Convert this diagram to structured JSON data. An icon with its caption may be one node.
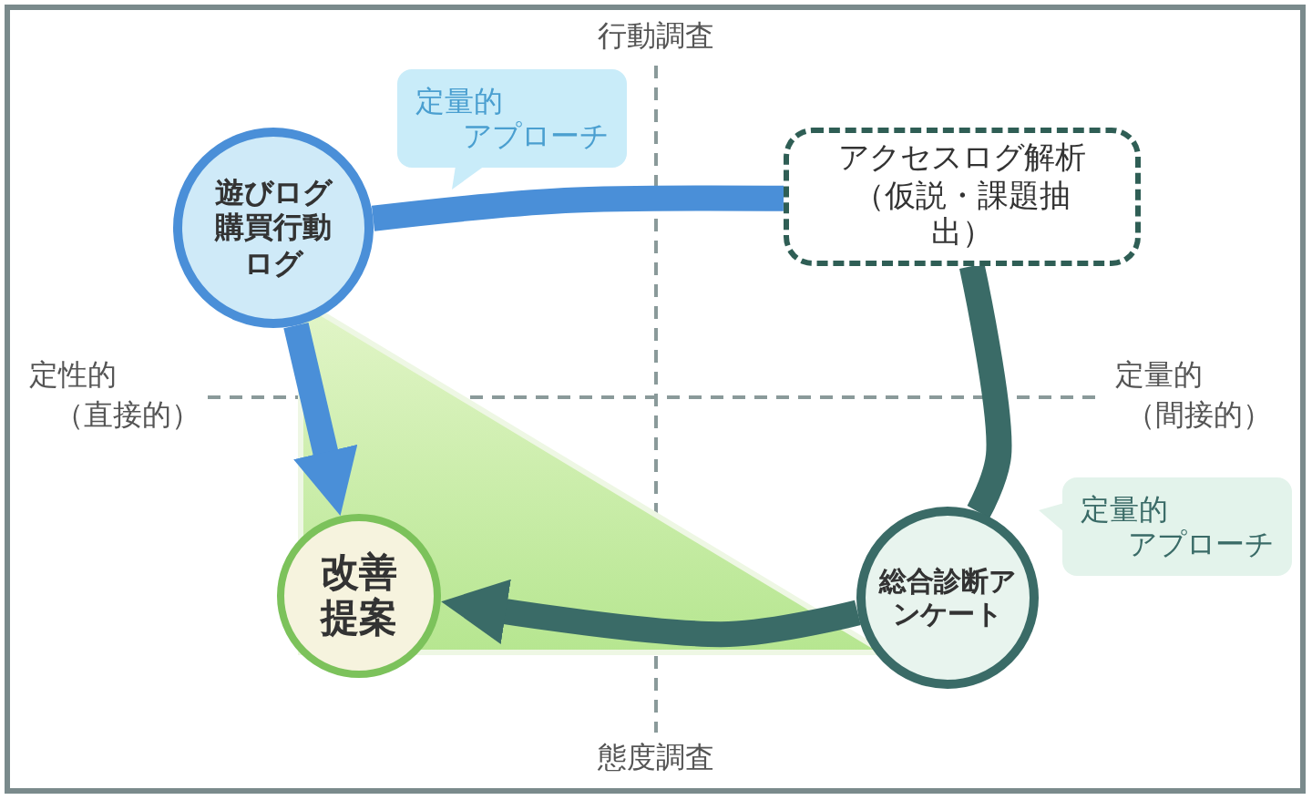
{
  "diagram": {
    "nodes": [
      {
        "text": [
          "遊びログ購買行動ログ"
        ]
      },
      {
        "text": [
          "アクセスログ解析（仮説・課題抽出）"
        ]
      },
      {
        "text": [
          "総合診断アンケート"
        ]
      },
      {
        "text": [
          "改善提案"
        ]
      },
      {
        "text": [
          "定量的",
          "アプローチ"
        ]
      },
      {
        "text": [
          "定量的",
          "アプローチ"
        ]
      }
    ],
    "edges": [
      {
        "from": 0,
        "to": 1,
        "arrow": "none",
        "color": "#4a8fd8"
      },
      {
        "from": 1,
        "to": 2,
        "arrow": "none",
        "color": "#3a6b67"
      },
      {
        "from": 2,
        "to": 3,
        "arrow": "to",
        "color": "#3a6b67"
      },
      {
        "from": 0,
        "to": 3,
        "arrow": "to",
        "color": "#4a8fd8"
      }
    ],
    "labels": [
      "行動調査",
      "定性的",
      "（直接的）",
      "定量的",
      "（間接的）",
      "態度調査"
    ]
  }
}
